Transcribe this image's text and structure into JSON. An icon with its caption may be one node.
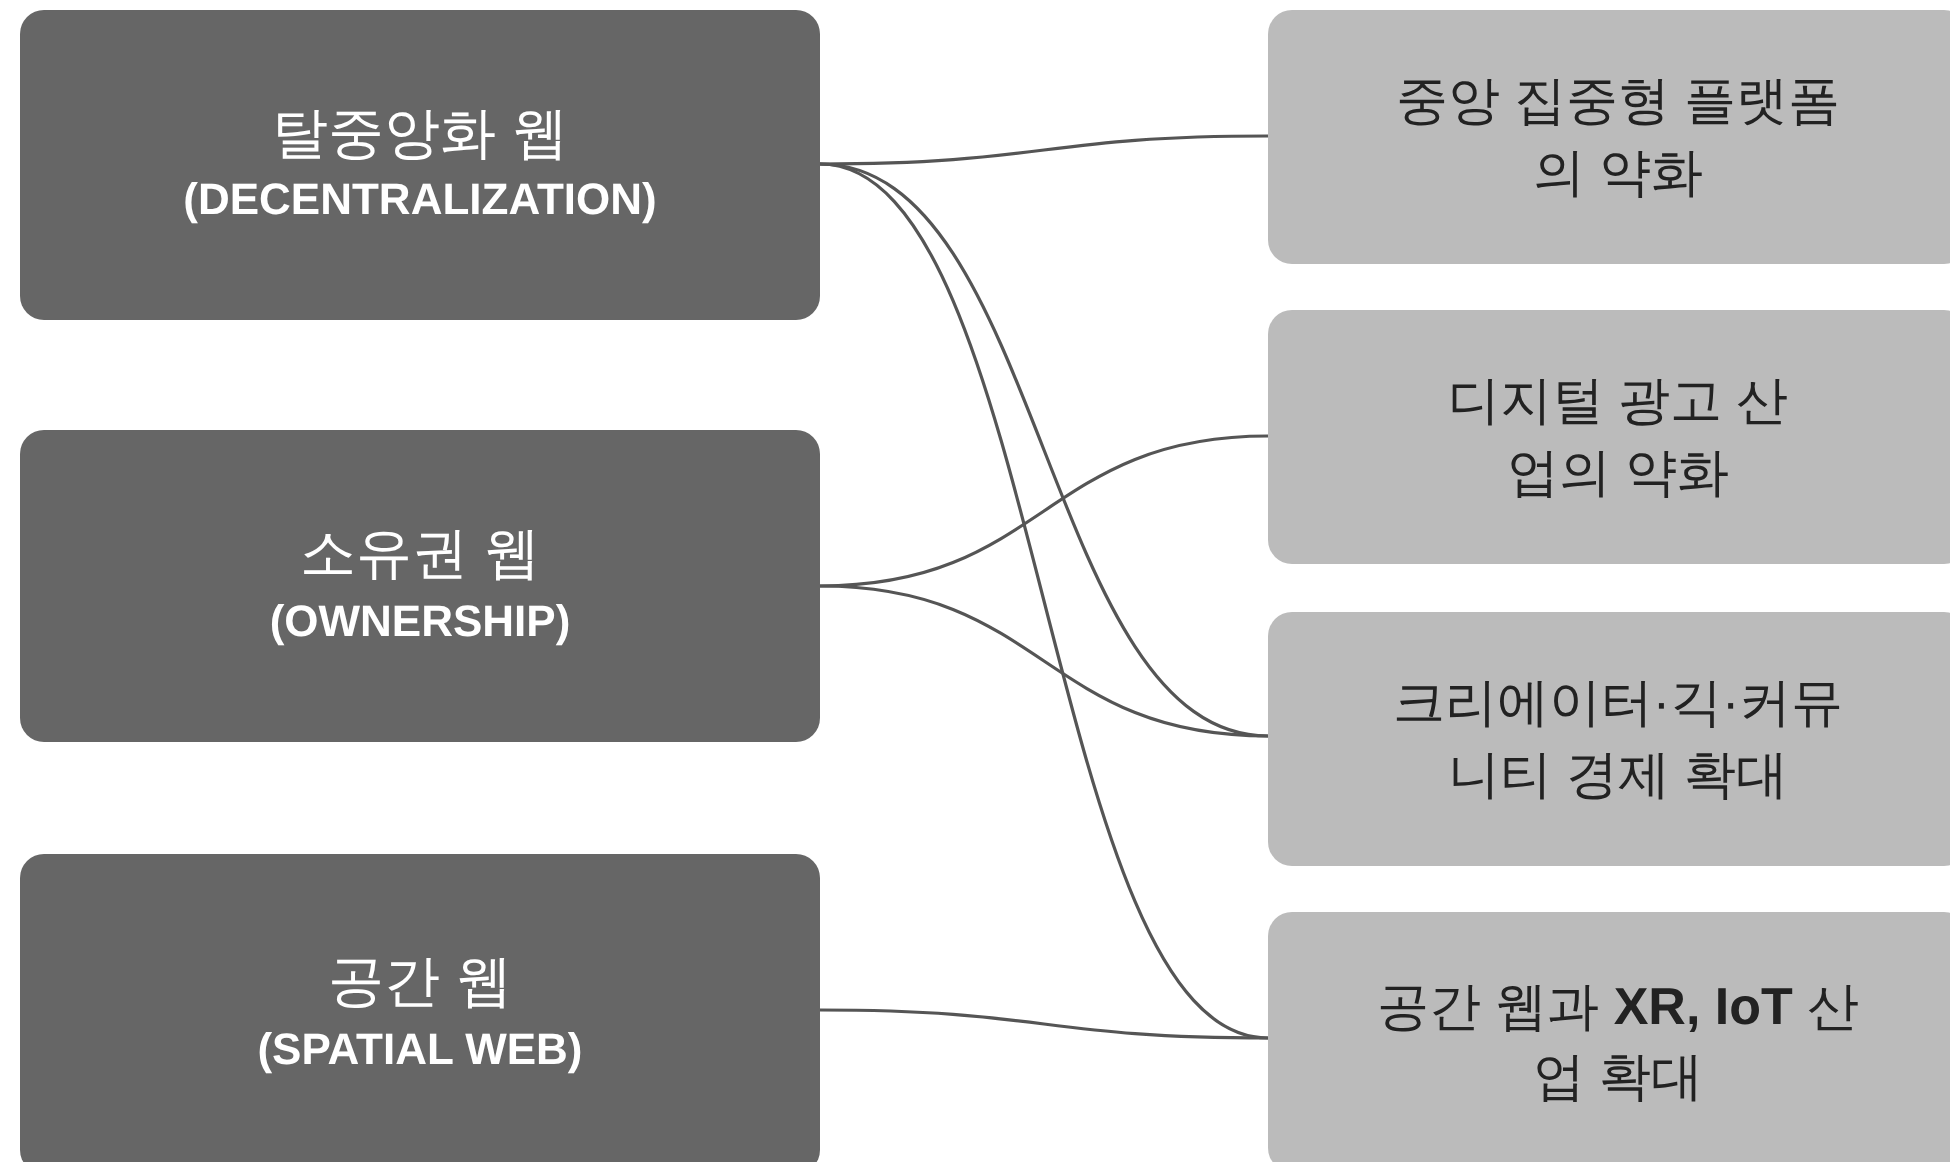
{
  "diagram": {
    "nodes": [
      {
        "text": [
          "탈중앙화 웹",
          "(DECENTRALIZATION)"
        ]
      },
      {
        "text": [
          "소유권 웹",
          "(OWNERSHIP)"
        ]
      },
      {
        "text": [
          "공간 웹",
          "(SPATIAL WEB)"
        ]
      },
      {
        "text": [
          "중앙 집중형 플랫폼의 약화"
        ]
      },
      {
        "text": [
          "디지털 광고 산업의 약화"
        ]
      },
      {
        "text": [
          "크리에이터·긱·커뮤니티 경제 확대"
        ]
      },
      {
        "text": [
          "공간 웹과 **XR, IoT** 산업 확대"
        ]
      }
    ],
    "edges": [
      {
        "from": 0,
        "to": 3,
        "arrow": "none"
      },
      {
        "from": 0,
        "to": 5,
        "arrow": "none"
      },
      {
        "from": 0,
        "to": 6,
        "arrow": "none"
      },
      {
        "from": 1,
        "to": 4,
        "arrow": "none"
      },
      {
        "from": 1,
        "to": 5,
        "arrow": "none"
      },
      {
        "from": 2,
        "to": 6,
        "arrow": "none"
      }
    ]
  }
}
